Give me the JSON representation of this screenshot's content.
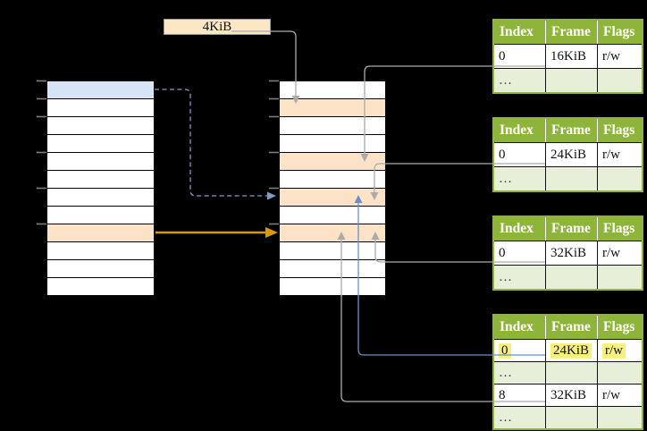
{
  "page_size_label": "4KiB",
  "memory": {
    "left_rows": [
      "blue",
      "white",
      "white",
      "white",
      "white",
      "white",
      "white",
      "white",
      "peach",
      "white",
      "white",
      "white"
    ],
    "middle_rows": [
      "white",
      "peach",
      "white",
      "white",
      "peach",
      "white",
      "peach",
      "white",
      "peach",
      "white",
      "white",
      "white"
    ]
  },
  "page_tables": [
    {
      "headers": [
        "Index",
        "Frame",
        "Flags"
      ],
      "rows": [
        {
          "cells": [
            "0",
            "16KiB",
            "r/w"
          ],
          "variant": "plain"
        },
        {
          "cells": [
            "…",
            "",
            ""
          ],
          "variant": "muted"
        }
      ]
    },
    {
      "headers": [
        "Index",
        "Frame",
        "Flags"
      ],
      "rows": [
        {
          "cells": [
            "0",
            "24KiB",
            "r/w"
          ],
          "variant": "plain"
        },
        {
          "cells": [
            "…",
            "",
            ""
          ],
          "variant": "muted"
        }
      ]
    },
    {
      "headers": [
        "Index",
        "Frame",
        "Flags"
      ],
      "rows": [
        {
          "cells": [
            "0",
            "32KiB",
            "r/w"
          ],
          "variant": "plain"
        },
        {
          "cells": [
            "…",
            "",
            ""
          ],
          "variant": "muted"
        }
      ]
    },
    {
      "headers": [
        "Index",
        "Frame",
        "Flags"
      ],
      "rows": [
        {
          "cells": [
            "0",
            "24KiB",
            "r/w"
          ],
          "variant": "highlight"
        },
        {
          "cells": [
            "…",
            "",
            ""
          ],
          "variant": "muted"
        },
        {
          "cells": [
            "8",
            "32KiB",
            "r/w"
          ],
          "variant": "plain"
        },
        {
          "cells": [
            "…",
            "",
            ""
          ],
          "variant": "muted"
        }
      ]
    }
  ],
  "colors": {
    "header_green": "#8fb43a",
    "row_green": "#e8efd9",
    "highlight_yellow": "#f7f07e",
    "peach": "#fce3c7",
    "light_blue": "#d7e4f5",
    "box_cream": "#fbe7c3",
    "arrow_gray": "#ababab",
    "arrow_blue": "#6b90c3",
    "arrow_blue_dashed": "#7f9dc9",
    "arrow_orange": "#d99a07"
  }
}
